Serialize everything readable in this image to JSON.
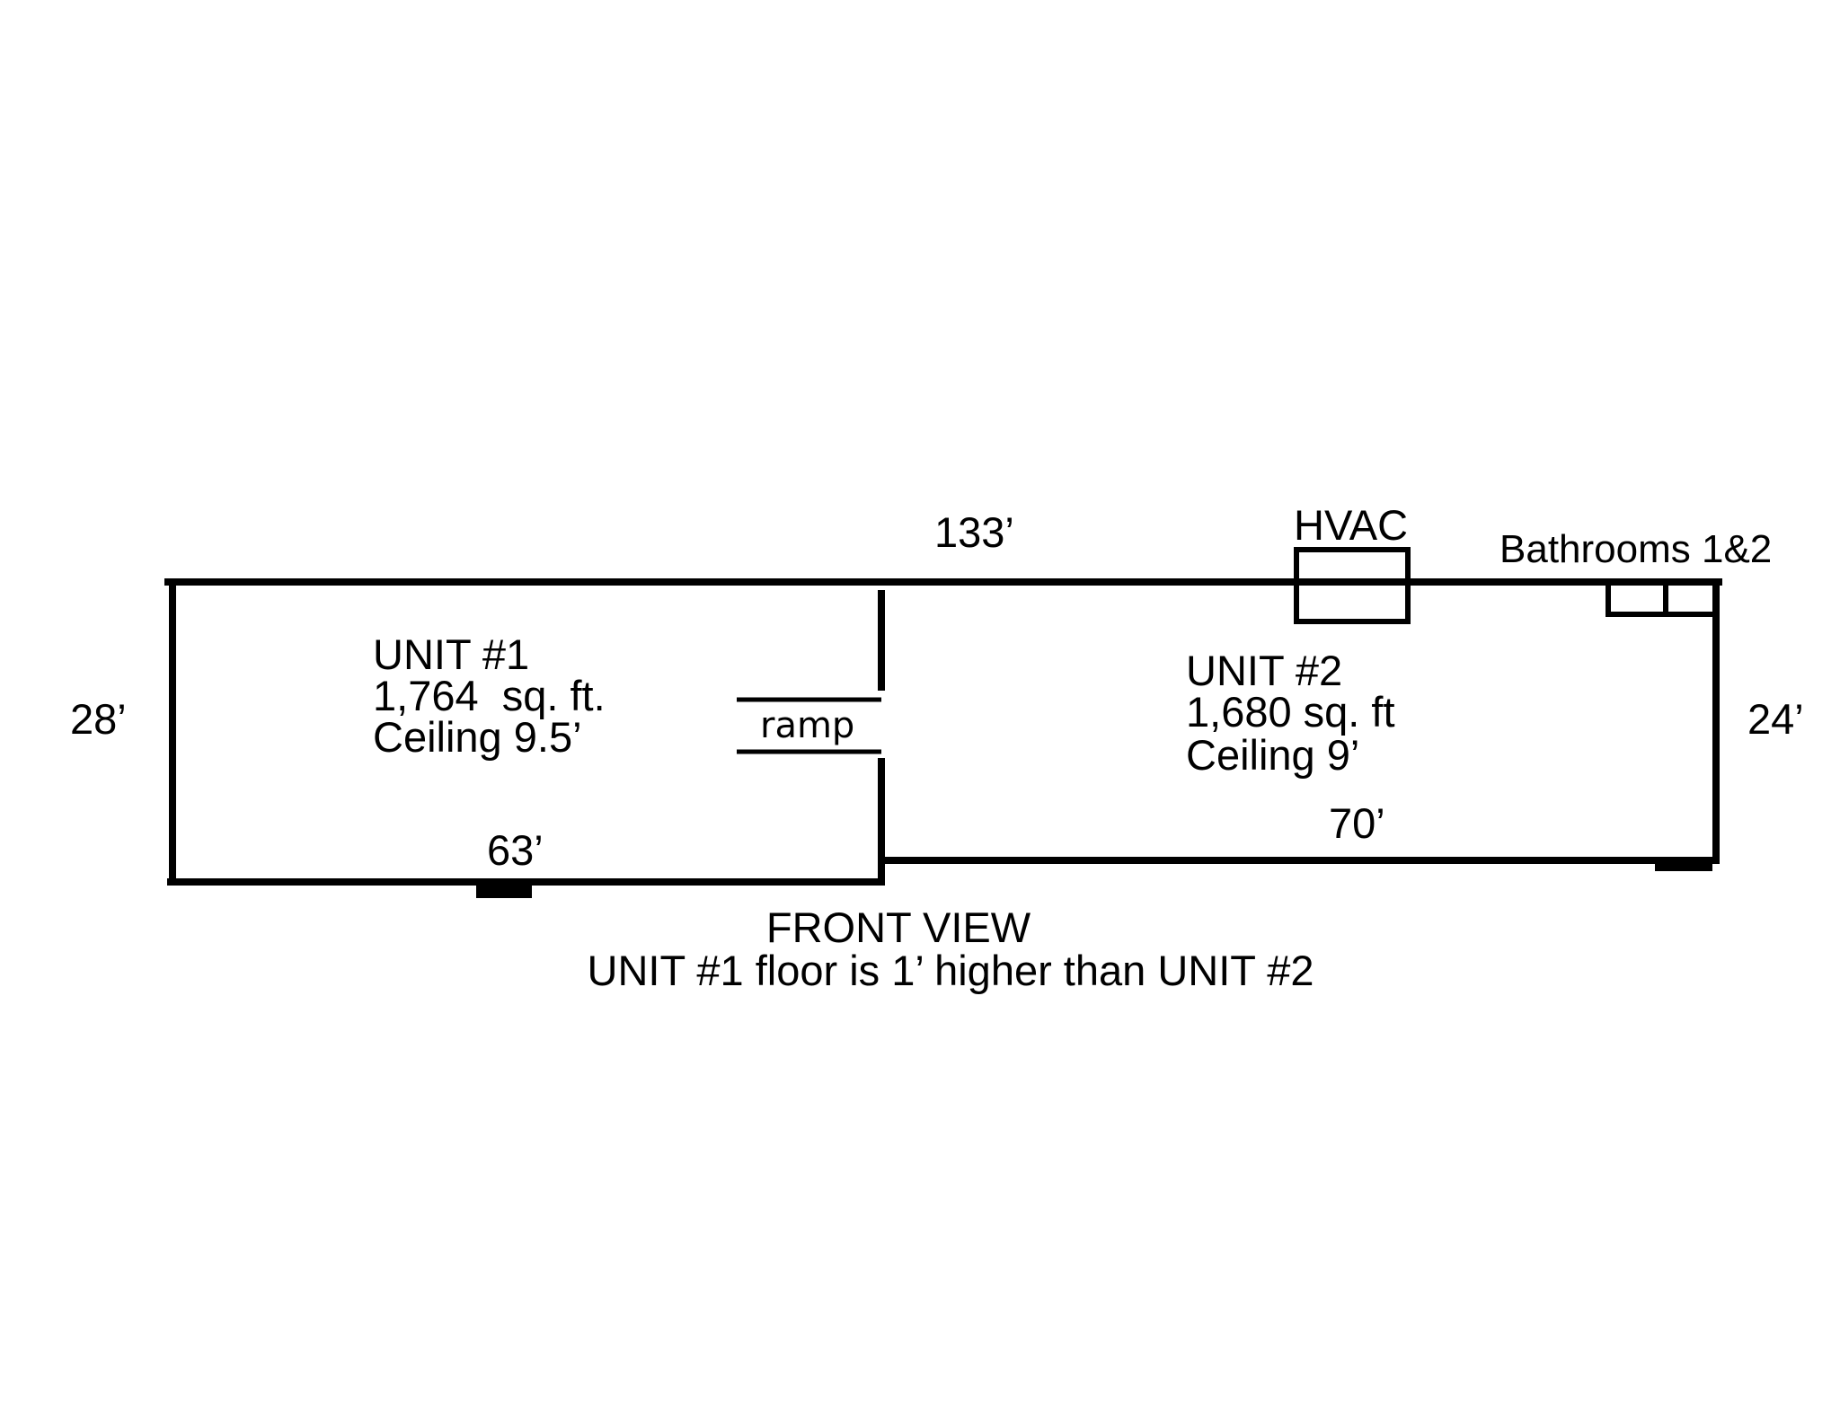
{
  "plan": {
    "overall_length": "133’",
    "hvac_label": "HVAC",
    "bathrooms_label": "Bathrooms 1&2",
    "unit1": {
      "name": "UNIT #1",
      "area": "1,764  sq. ft.",
      "ceiling": "Ceiling 9.5’",
      "depth": "28’",
      "width": "63’"
    },
    "unit2": {
      "name": "UNIT #2",
      "area": "1,680 sq. ft",
      "ceiling": "Ceiling 9’",
      "depth": "24’",
      "width": "70’"
    },
    "ramp_label": "ramp",
    "footer": {
      "title": "FRONT VIEW",
      "note": "UNIT #1 floor is 1’ higher than UNIT #2"
    }
  },
  "colors": {
    "line": "#000000",
    "background": "#ffffff"
  }
}
